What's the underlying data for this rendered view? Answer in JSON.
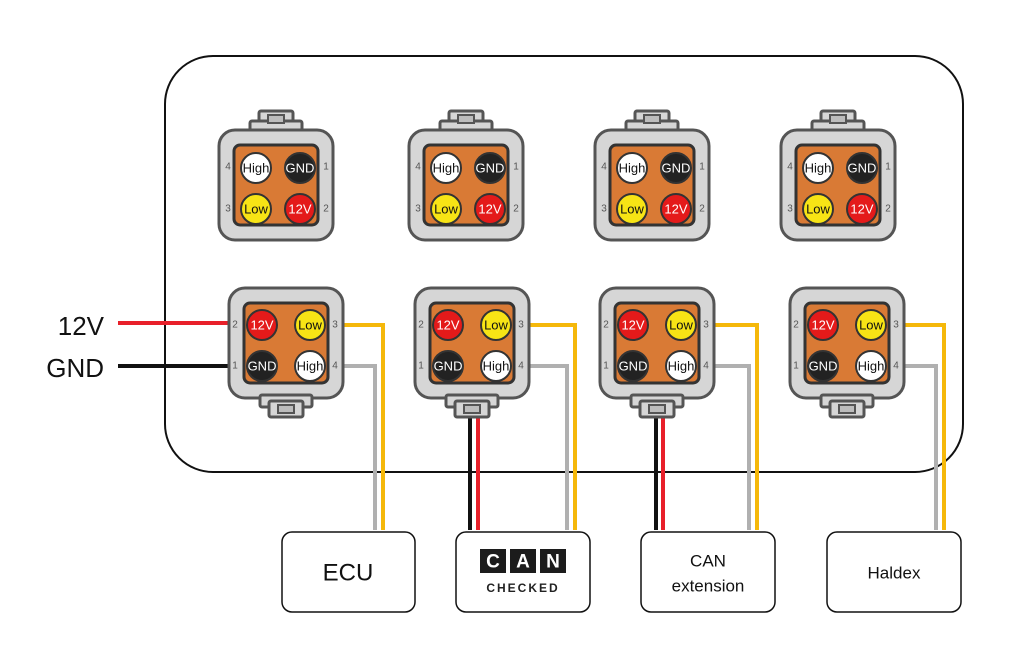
{
  "colors": {
    "housing": "#d6d6d6",
    "housing_stroke": "#555555",
    "pin_field": "#d97a35",
    "wire_12v": "#e8202a",
    "wire_gnd": "#111111",
    "wire_low": "#f5b80a",
    "wire_high": "#b0b0b0",
    "pin_high": "#ffffff",
    "pin_low": "#f7e415",
    "pin_gnd": "#222222",
    "pin_12v": "#e41a1a"
  },
  "pin_labels": {
    "high": "High",
    "low": "Low",
    "gnd": "GND",
    "v12": "12V"
  },
  "pin_numbers": {
    "one": "1",
    "two": "2",
    "three": "3",
    "four": "4"
  },
  "inputs": {
    "v12": "12V",
    "gnd": "GND"
  },
  "devices": {
    "ecu": "ECU",
    "can_checked": {
      "letters": [
        "C",
        "A",
        "N"
      ],
      "sub": "CHECKED"
    },
    "can_extension": {
      "line1": "CAN",
      "line2": "extension"
    },
    "haldex": "Haldex"
  }
}
